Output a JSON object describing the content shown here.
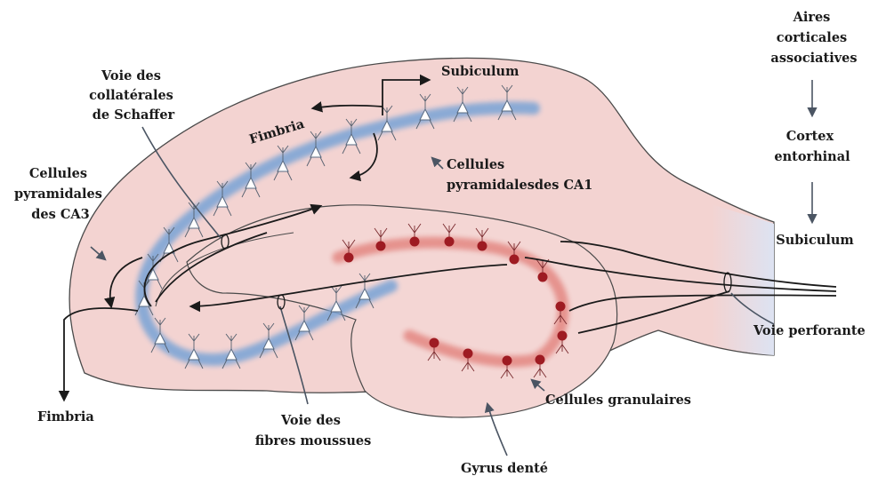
{
  "labels": {
    "aires": [
      "Aires",
      "corticales",
      "associatives"
    ],
    "cortex": [
      "Cortex",
      "entorhinal"
    ],
    "subiculum_right": "Subiculum",
    "subiculum_top": "Subiculum",
    "voie_collaterales": [
      "Voie des",
      "collatérales",
      "de Schaffer"
    ],
    "fimbria_top": "Fimbria",
    "cellules_ca1": [
      "Cellules",
      "pyramidalesdes CA1"
    ],
    "cellules_ca3": [
      "Cellules",
      "pyramidales",
      "des CA3"
    ],
    "voie_perforante": "Voie perforante",
    "cellules_granulaires": "Cellules granulaires",
    "fimbria_bottom": "Fimbria",
    "voie_fibres": [
      "Voie des",
      "fibres moussues"
    ],
    "gyrus_dente": "Gyrus denté"
  },
  "colors": {
    "tissue": "#f3d3d1",
    "outline": "#4a4a4a",
    "pyramidal_band": "#7fa6d6",
    "granule_band": "#e58f8a",
    "granule_cell": "#9e1b22",
    "pathway": "#1a1a1a"
  }
}
